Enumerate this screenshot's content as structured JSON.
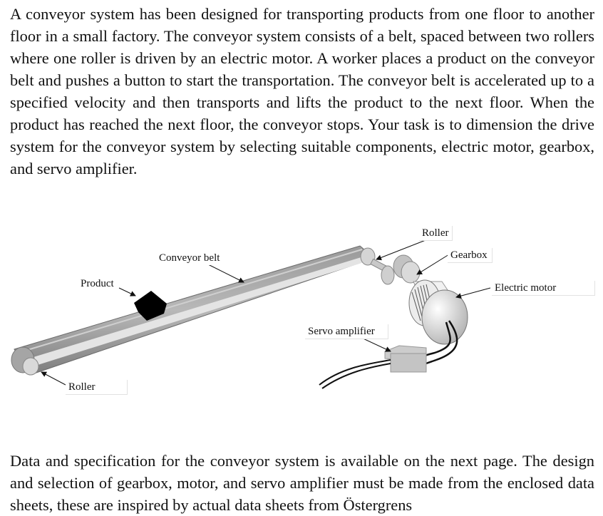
{
  "intro_text": "A conveyor system has been designed for transporting products from one floor to another floor in a small factory. The conveyor system consists of a belt, spaced between two rollers where one roller is driven by an electric motor. A worker places a product on the conveyor belt and pushes a button to start the transportation. The conveyor belt is accelerated up to a specified velocity and then transports and lifts the product to the next floor. When the product has reached the next floor, the conveyor stops. Your task is to dimension the drive system for the conveyor system by selecting suitable components, electric motor, gearbox, and servo amplifier.",
  "figure": {
    "labels": {
      "roller_top": "Roller",
      "gearbox": "Gearbox",
      "conveyor_belt": "Conveyor belt",
      "product": "Product",
      "electric_motor": "Electric motor",
      "servo_amplifier": "Servo amplifier",
      "roller_bottom": "Roller"
    }
  },
  "outro_text": "Data and specification for the conveyor system is available on the next page. The design and selection of gearbox, motor, and servo amplifier must be made from the enclosed data sheets, these are inspired by actual data sheets from Östergrens"
}
